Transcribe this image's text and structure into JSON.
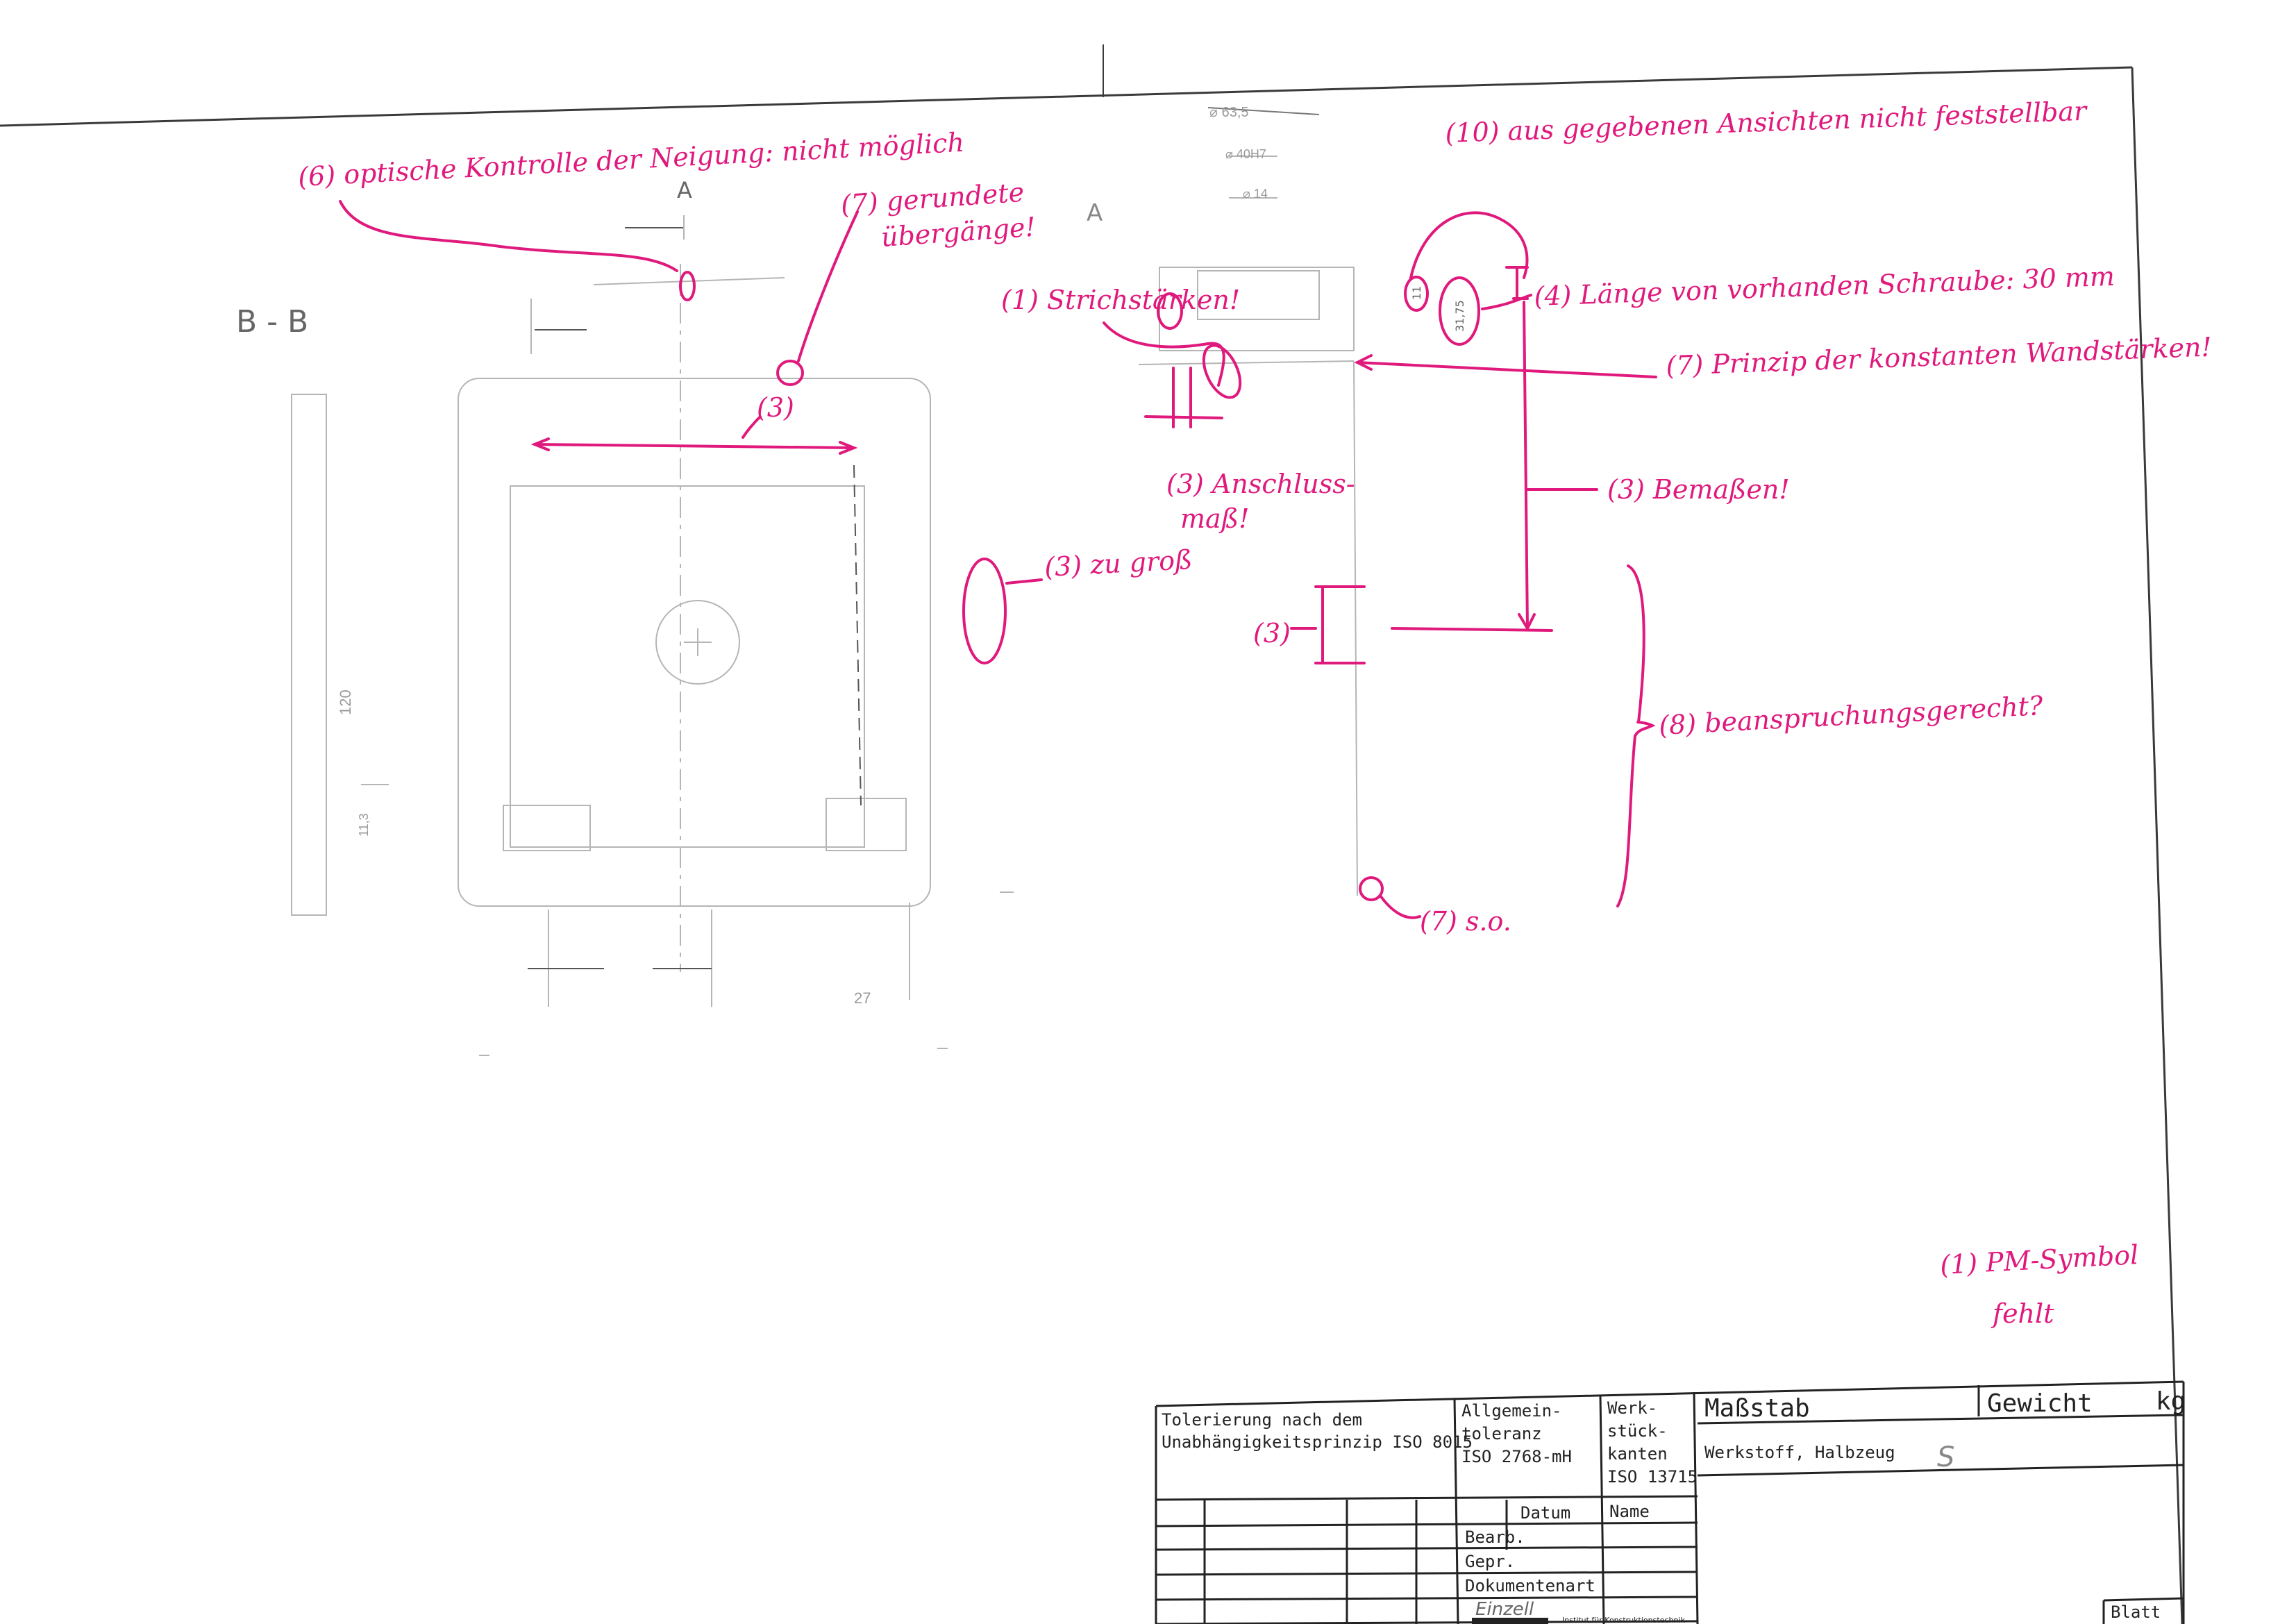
{
  "drawing": {
    "section_bb": "B - B",
    "section_a_top": "A",
    "section_a_right": "A",
    "dim_diam_1": "⌀ 63,5",
    "dim_diam_2": "⌀ 40H7",
    "dim_diam_3": "⌀ 14",
    "dim_120": "120",
    "dim_small_left": "11,3",
    "dim_27": "27",
    "dim_11": "11",
    "dim_3175": "31,75"
  },
  "annotations": {
    "a6": "(6) optische Kontrolle der Neigung: nicht möglich",
    "a7_rounded_1": "(7) gerundete",
    "a7_rounded_2": "übergänge!",
    "a3_center": "(3)",
    "a3_too_big": "(3) zu groß",
    "a1_stricke": "(1) Strichstärken!",
    "a3_anschluss_1": "(3) Anschluss-",
    "a3_anschluss_2": "maß!",
    "a10": "(10) aus gegebenen Ansichten nicht feststellbar",
    "a4": "(4) Länge von vorhanden Schraube: 30 mm",
    "a7_prinzip": "(7) Prinzip der konstanten Wandstärken!",
    "a3_bemassen": "(3) Bemaßen!",
    "a3_small": "(3)",
    "a8": "(8) beanspruchungsgerecht?",
    "a7_so": "(7) s.o.",
    "a1_pm_1": "(1) PM-Symbol",
    "a1_pm_2": "fehlt"
  },
  "title_block": {
    "tolerierung_1": "Tolerierung nach dem",
    "tolerierung_2": "Unabhängigkeitsprinzip ISO 8015",
    "allgemein_1": "Allgemein-",
    "allgemein_2": "toleranz",
    "allgemein_3": "ISO 2768-mH",
    "werk_1": "Werk-",
    "werk_2": "stück-",
    "werk_3": "kanten",
    "werk_4": "ISO 13715",
    "massstab": "Maßstab",
    "gewicht": "Gewicht",
    "kg": "kg",
    "werkstoff": "Werkstoff, Halbzeug",
    "werkstoff_value": "S",
    "datum": "Datum",
    "name": "Name",
    "bearb": "Bearb.",
    "gepr": "Gepr.",
    "dokumentenart": "Dokumentenart",
    "dokumentenart_value": "Einzell",
    "institut": "Institut für Konstruktionstechnik",
    "blatt": "Blatt"
  },
  "colors": {
    "annotation": "#e0197d",
    "drawing_line": "#8a8a8a",
    "frame": "#222222"
  }
}
